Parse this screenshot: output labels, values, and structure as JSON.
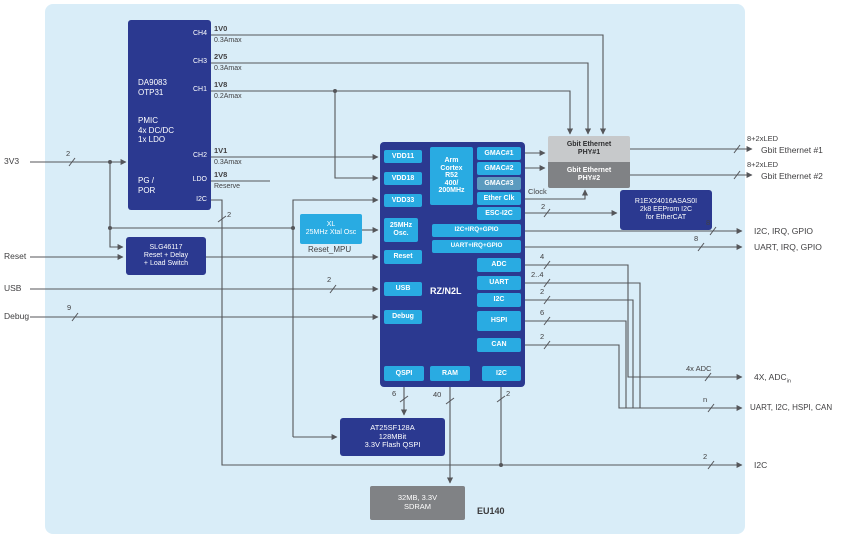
{
  "board": {
    "label": "EU140"
  },
  "colors": {
    "background": "#d9edf8",
    "deep_blue": "#2b3990",
    "cyan": "#29abe2",
    "muted_cyan": "#5b9bbf",
    "gray_light": "#c7c9cb",
    "gray_dark": "#808285",
    "wire": "#55565a"
  },
  "inputs": {
    "v3v3": {
      "label": "3V3",
      "bus": "2"
    },
    "reset": {
      "label": "Reset"
    },
    "usb": {
      "label": "USB",
      "bus": "2"
    },
    "debug": {
      "label": "Debug",
      "bus": "9"
    }
  },
  "pmic": {
    "name": "DA9083\nOTP31",
    "features": "PMIC\n4x DC/DC\n1x LDO",
    "pgpor": "PG /\nPOR",
    "pins": {
      "ch4": "CH4",
      "ch3": "CH3",
      "ch1": "CH1",
      "ch2": "CH2",
      "ldo": "LDO",
      "i2c": "I2C"
    },
    "i2c_bus": "2",
    "rails": [
      {
        "v": "1V0",
        "a": "0.3Amax"
      },
      {
        "v": "2V5",
        "a": "0.3Amax"
      },
      {
        "v": "1V8",
        "a": "0.2Amax"
      },
      {
        "v": "1V1",
        "a": "0.3Amax"
      },
      {
        "v": "1V8",
        "a": "Reserve"
      }
    ]
  },
  "reset_ic": {
    "text": "SLG46117\nReset + Delay\n+ Load Switch"
  },
  "xtal": {
    "text": "XL\n25MHz Xtal Osc",
    "net_label": "Reset_MPU"
  },
  "soc": {
    "name": "RZ/N2L",
    "cpu": "Arm\nCortex\nR52\n400/\n200MHz",
    "pins": {
      "vdd11": "VDD11",
      "vdd18": "VDD18",
      "vdd33": "VDD33"
    },
    "blocks": {
      "osc": "25MHz\nOsc.",
      "reset": "Reset",
      "usb": "USB",
      "debug": "Debug",
      "qspi": "QSPI",
      "ram": "RAM",
      "i2c_bottom": "I2C",
      "gmac1": "GMAC#1",
      "gmac2": "GMAC#2",
      "gmac3": "GMAC#3",
      "ether_clk": "Ether Clk",
      "esc_i2c": "ESC-I2C",
      "i2c_irq_gpio": "I2C+IRQ+GPIO",
      "uart_irq_gpio": "UART+IRQ+GPIO",
      "adc": "ADC",
      "uart": "UART",
      "i2c": "I2C",
      "hspi": "HSPI",
      "can": "CAN"
    },
    "buses": {
      "qspi": "6",
      "ram": "40",
      "i2c_bottom": "2",
      "adc": "4",
      "uart": "2..4",
      "i2c": "2",
      "hspi": "6",
      "can": "2",
      "esc": "2"
    }
  },
  "phy": {
    "phy1": "Gbit Ethernet\nPHY#1",
    "phy2": "Gbit Ethernet\nPHY#2",
    "clock": "Clock",
    "clock_bus": "2"
  },
  "eeprom": {
    "text": "R1EX24016ASAS0I\n2k8 EEProm I2C\nfor EtherCAT"
  },
  "flash": {
    "text": "AT25SF128A\n128MBit\n3.3V Flash QSPI"
  },
  "sdram": {
    "text": "32MB, 3.3V\nSDRAM"
  },
  "outputs": {
    "eth1": {
      "bus": "8+2xLED",
      "label": "Gbit Ethernet #1"
    },
    "eth2": {
      "bus": "8+2xLED",
      "label": "Gbit Ethernet #2"
    },
    "i2c_irq_gpio": {
      "bus": "8",
      "label": "I2C, IRQ, GPIO"
    },
    "uart_irq_gpio": {
      "bus": "8",
      "label": "UART, IRQ, GPIO"
    },
    "adc": {
      "bus": "4x ADC",
      "label": "4X, ADC",
      "label_sub": "in"
    },
    "periph": {
      "bus": "n",
      "label": "UART, I2C, HSPI, CAN"
    },
    "i2c": {
      "bus": "2",
      "label": "I2C"
    }
  }
}
